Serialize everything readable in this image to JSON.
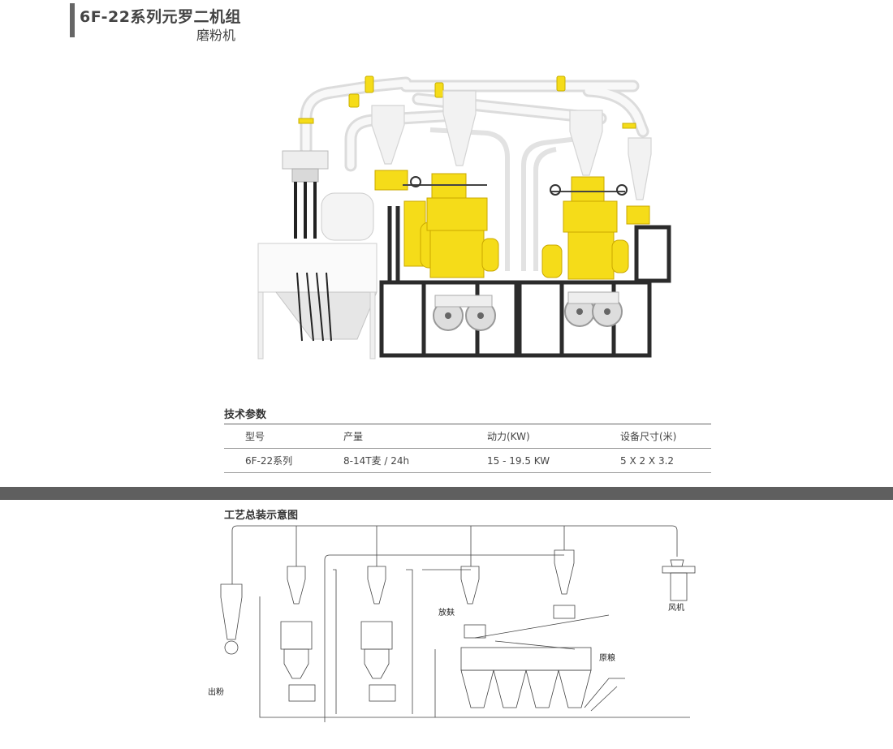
{
  "header": {
    "title": "6F-22系列元罗二机组",
    "subtitle": "磨粉机"
  },
  "specs": {
    "heading": "技术参数",
    "columns": [
      "型号",
      "产量",
      "动力(KW)",
      "设备尺寸(米)"
    ],
    "rows": [
      [
        "6F-22系列",
        "8-14T麦 / 24h",
        "15 - 19.5 KW",
        "5 X 2 X 3.2"
      ]
    ]
  },
  "process": {
    "heading": "工艺总装示意图",
    "labels": {
      "fan": "风机",
      "bran": "放麸",
      "raw_grain": "原粮",
      "flour_out": "出粉"
    }
  },
  "colors": {
    "machine_yellow": "#f5dc19",
    "frame_black": "#2b2b2b",
    "pipe_white": "#f4f4f4",
    "divider_gray": "#5f5f5f"
  }
}
